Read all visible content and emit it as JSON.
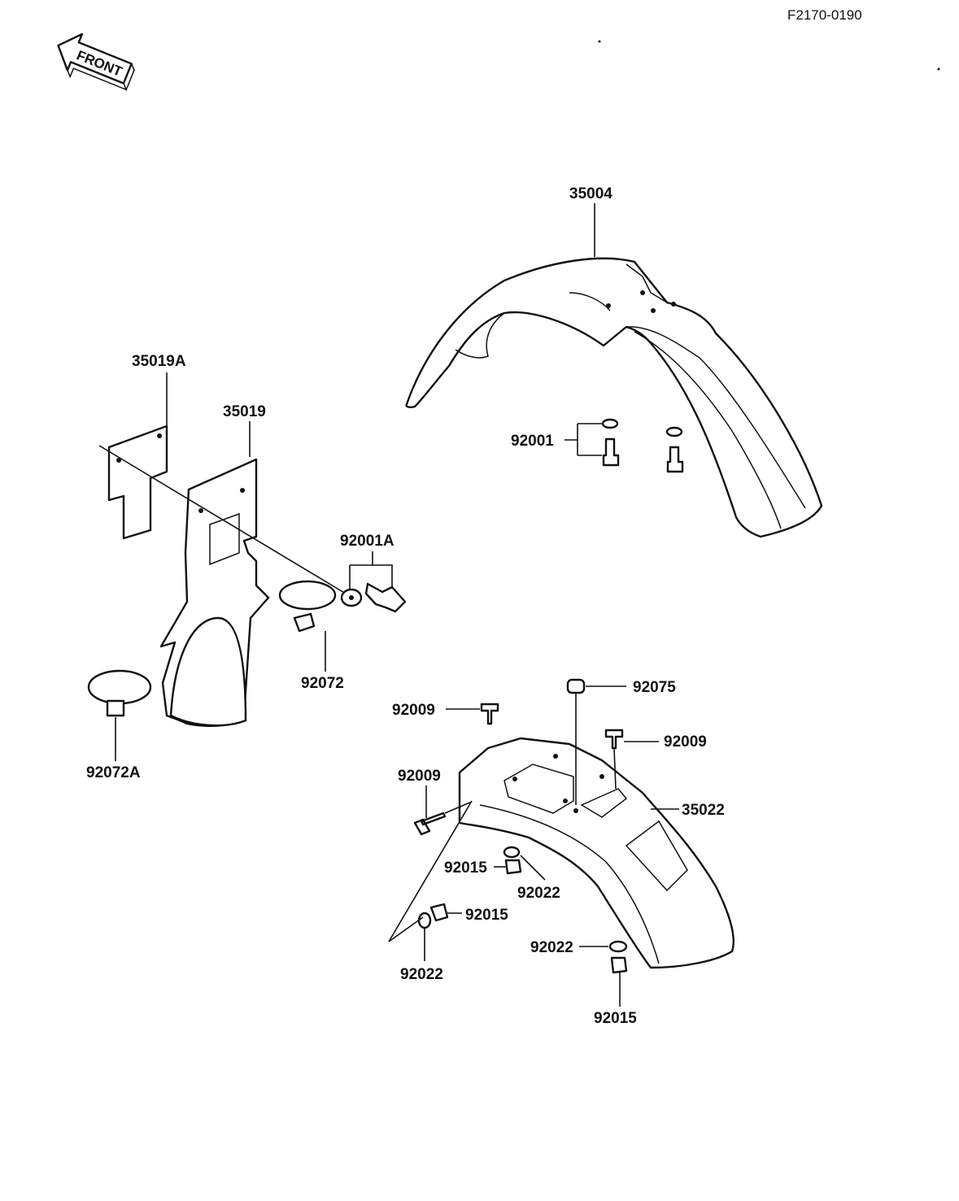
{
  "figure_ref": "F2170-0190",
  "front_arrow": {
    "text": "FRONT",
    "icon": "front-direction-arrow-icon"
  },
  "parts": {
    "p35004": "35004",
    "p35019A": "35019A",
    "p35019": "35019",
    "p92001": "92001",
    "p92001A": "92001A",
    "p92072": "92072",
    "p92072A": "92072A",
    "p92075": "92075",
    "p92009_a": "92009",
    "p92009_b": "92009",
    "p92009_c": "92009",
    "p35022": "35022",
    "p92015_a": "92015",
    "p92022_a": "92022",
    "p92015_b": "92015",
    "p92022_b": "92022",
    "p92022_c": "92022",
    "p92015_c": "92015"
  }
}
